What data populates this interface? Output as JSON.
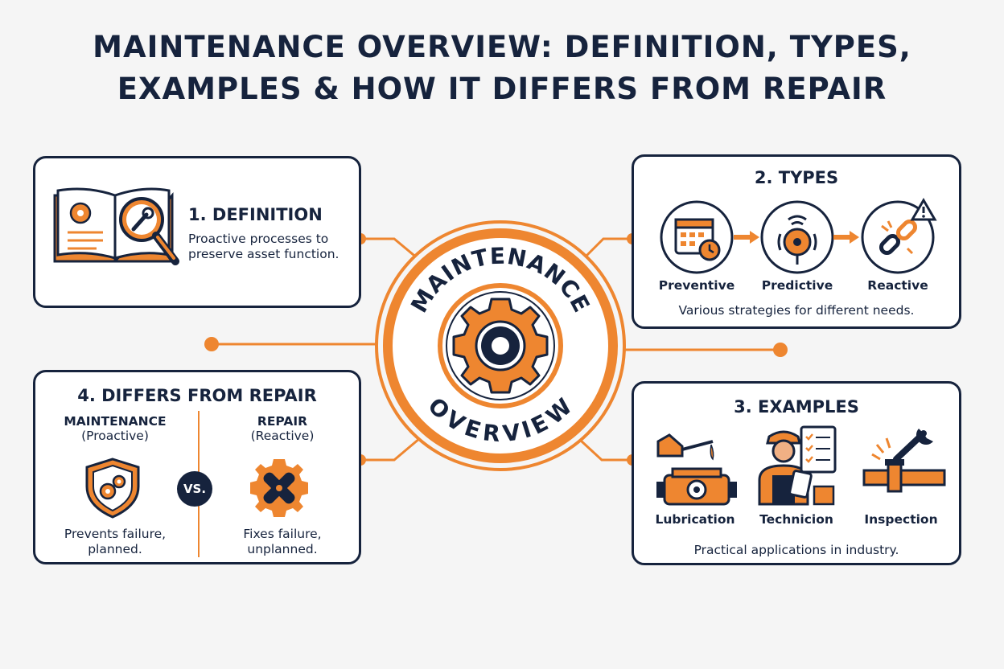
{
  "title": {
    "line1": "MAINTENANCE OVERVIEW: DEFINITION, TYPES,",
    "line2": "EXAMPLES & HOW IT DIFFERS FROM REPAIR"
  },
  "center": {
    "top_text": "MAINTENANCE",
    "bottom_text": "OVERVIEW"
  },
  "definition": {
    "heading": "1. DEFINITION",
    "line1": "Proactive processes to",
    "line2": "preserve asset function."
  },
  "types": {
    "heading": "2. TYPES",
    "items": [
      {
        "label": "Preventive",
        "icon": "calendar-clock-icon"
      },
      {
        "label": "Predictive",
        "icon": "sensor-icon"
      },
      {
        "label": "Reactive",
        "icon": "broken-chain-icon"
      }
    ],
    "caption": "Various strategies for different needs."
  },
  "examples": {
    "heading": "3. EXAMPLES",
    "items": [
      {
        "label": "Lubrication",
        "icon": "oil-can-icon"
      },
      {
        "label": "Technicion",
        "icon": "technician-icon"
      },
      {
        "label": "Inspection",
        "icon": "wrench-pipe-icon"
      }
    ],
    "caption": "Practical applications in industry."
  },
  "differs": {
    "heading": "4. DIFFERS FROM REPAIR",
    "maintenance_title": "MAINTENANCE",
    "maintenance_sub": "(Proactive)",
    "repair_title": "REPAIR",
    "repair_sub": "(Reactive)",
    "vs": "VS.",
    "maintenance_desc1": "Prevents failure,",
    "maintenance_desc2": "planned.",
    "repair_desc1": "Fixes failure,",
    "repair_desc2": "unplanned."
  },
  "colors": {
    "navy": "#16233d",
    "orange": "#ee8630",
    "background": "#f5f5f5"
  }
}
